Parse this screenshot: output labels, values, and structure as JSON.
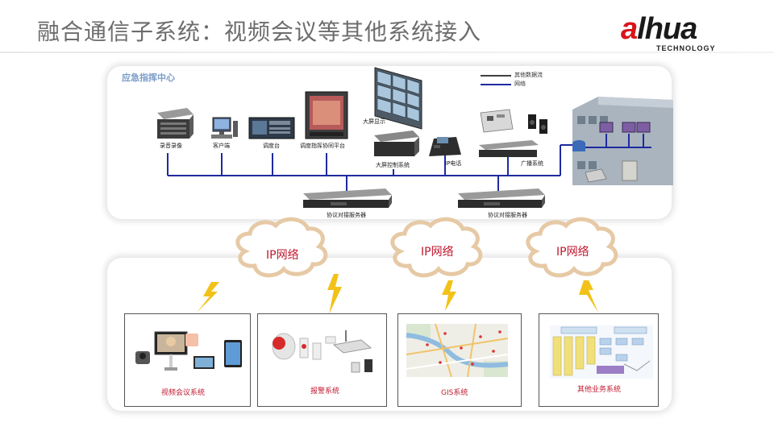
{
  "header": {
    "title": "融合通信子系统：视频会议等其他系统接入",
    "logo_text_a": "a",
    "logo_text_rest": "lhua",
    "logo_sub": "TECHNOLOGY"
  },
  "top_panel": {
    "title": "应急指挥中心",
    "legend": [
      {
        "label": "其他数据流",
        "color": "#404040"
      },
      {
        "label": "网络",
        "color": "#1e2aa0"
      }
    ],
    "devices": {
      "recorder": "录音录像",
      "client": "客户端",
      "console": "调度台",
      "platform": "调度指挥协同平台",
      "videowall": "大屏显示",
      "wall_ctrl": "大屏控制系统",
      "ip_phone": "IP电话",
      "broadcast": "广播系统",
      "gateway_left": "协议对接服务器",
      "gateway_right": "协议对接服务器"
    }
  },
  "clouds": [
    "IP网络",
    "IP网络",
    "IP网络"
  ],
  "systems": [
    {
      "label": "视频会议系统"
    },
    {
      "label": "报警系统"
    },
    {
      "label": "GIS系统"
    },
    {
      "label": "其他业务系统"
    }
  ],
  "colors": {
    "network_line": "#1e2aa0",
    "label_red": "#c0182e",
    "panel_title": "#7a9cc8",
    "lightning": "#f2c21a"
  }
}
